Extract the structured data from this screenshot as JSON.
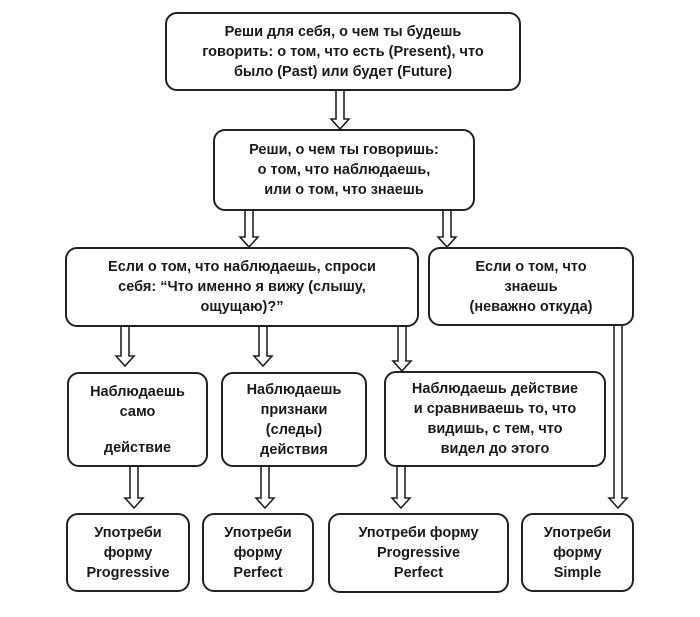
{
  "diagram": {
    "top": {
      "line1": "Реши для себя, о чем ты будешь",
      "line2": "говорить: о том, что есть (Present), что",
      "line3": "было (Past) или будет (Future)"
    },
    "decide": {
      "line1": "Реши, о чем ты говоришь:",
      "line2_pre": "о том, что ",
      "line2_bold": "наблюдаешь",
      "line2_post": ",",
      "line3": "или о том, что знаешь"
    },
    "observe": {
      "line1_pre": "Если о том, что ",
      "line1_bold": "наблюдаешь",
      "line1_post": ", спроси",
      "line2": "себя: “Что именно я вижу (слышу,",
      "line3": "ощущаю)?”"
    },
    "know": {
      "line1": "Если о том, что",
      "line2_bold": "знаешь",
      "line3": "(неважно откуда)"
    },
    "action": {
      "line1": "Наблюдаешь",
      "line2": "само",
      "line3": "действие"
    },
    "traces": {
      "line1": "Наблюдаешь",
      "line2": "признаки",
      "line3": "(следы)",
      "line4": "действия"
    },
    "compare": {
      "line1": "Наблюдаешь действие",
      "line2": "и сравниваешь то, что",
      "line3": "видишь, с тем, что",
      "line4": "видел до этого"
    },
    "use_progressive": {
      "line1": "Употреби",
      "line2": "форму",
      "line3": "Progressive"
    },
    "use_perfect": {
      "line1": "Употреби",
      "line2": "форму",
      "line3": "Perfect"
    },
    "use_progressive_perfect": {
      "line1": "Употреби форму",
      "line2": "Progressive",
      "line3": "Perfect"
    },
    "use_simple": {
      "line1": "Употреби",
      "line2": "форму",
      "line3": "Simple"
    }
  }
}
